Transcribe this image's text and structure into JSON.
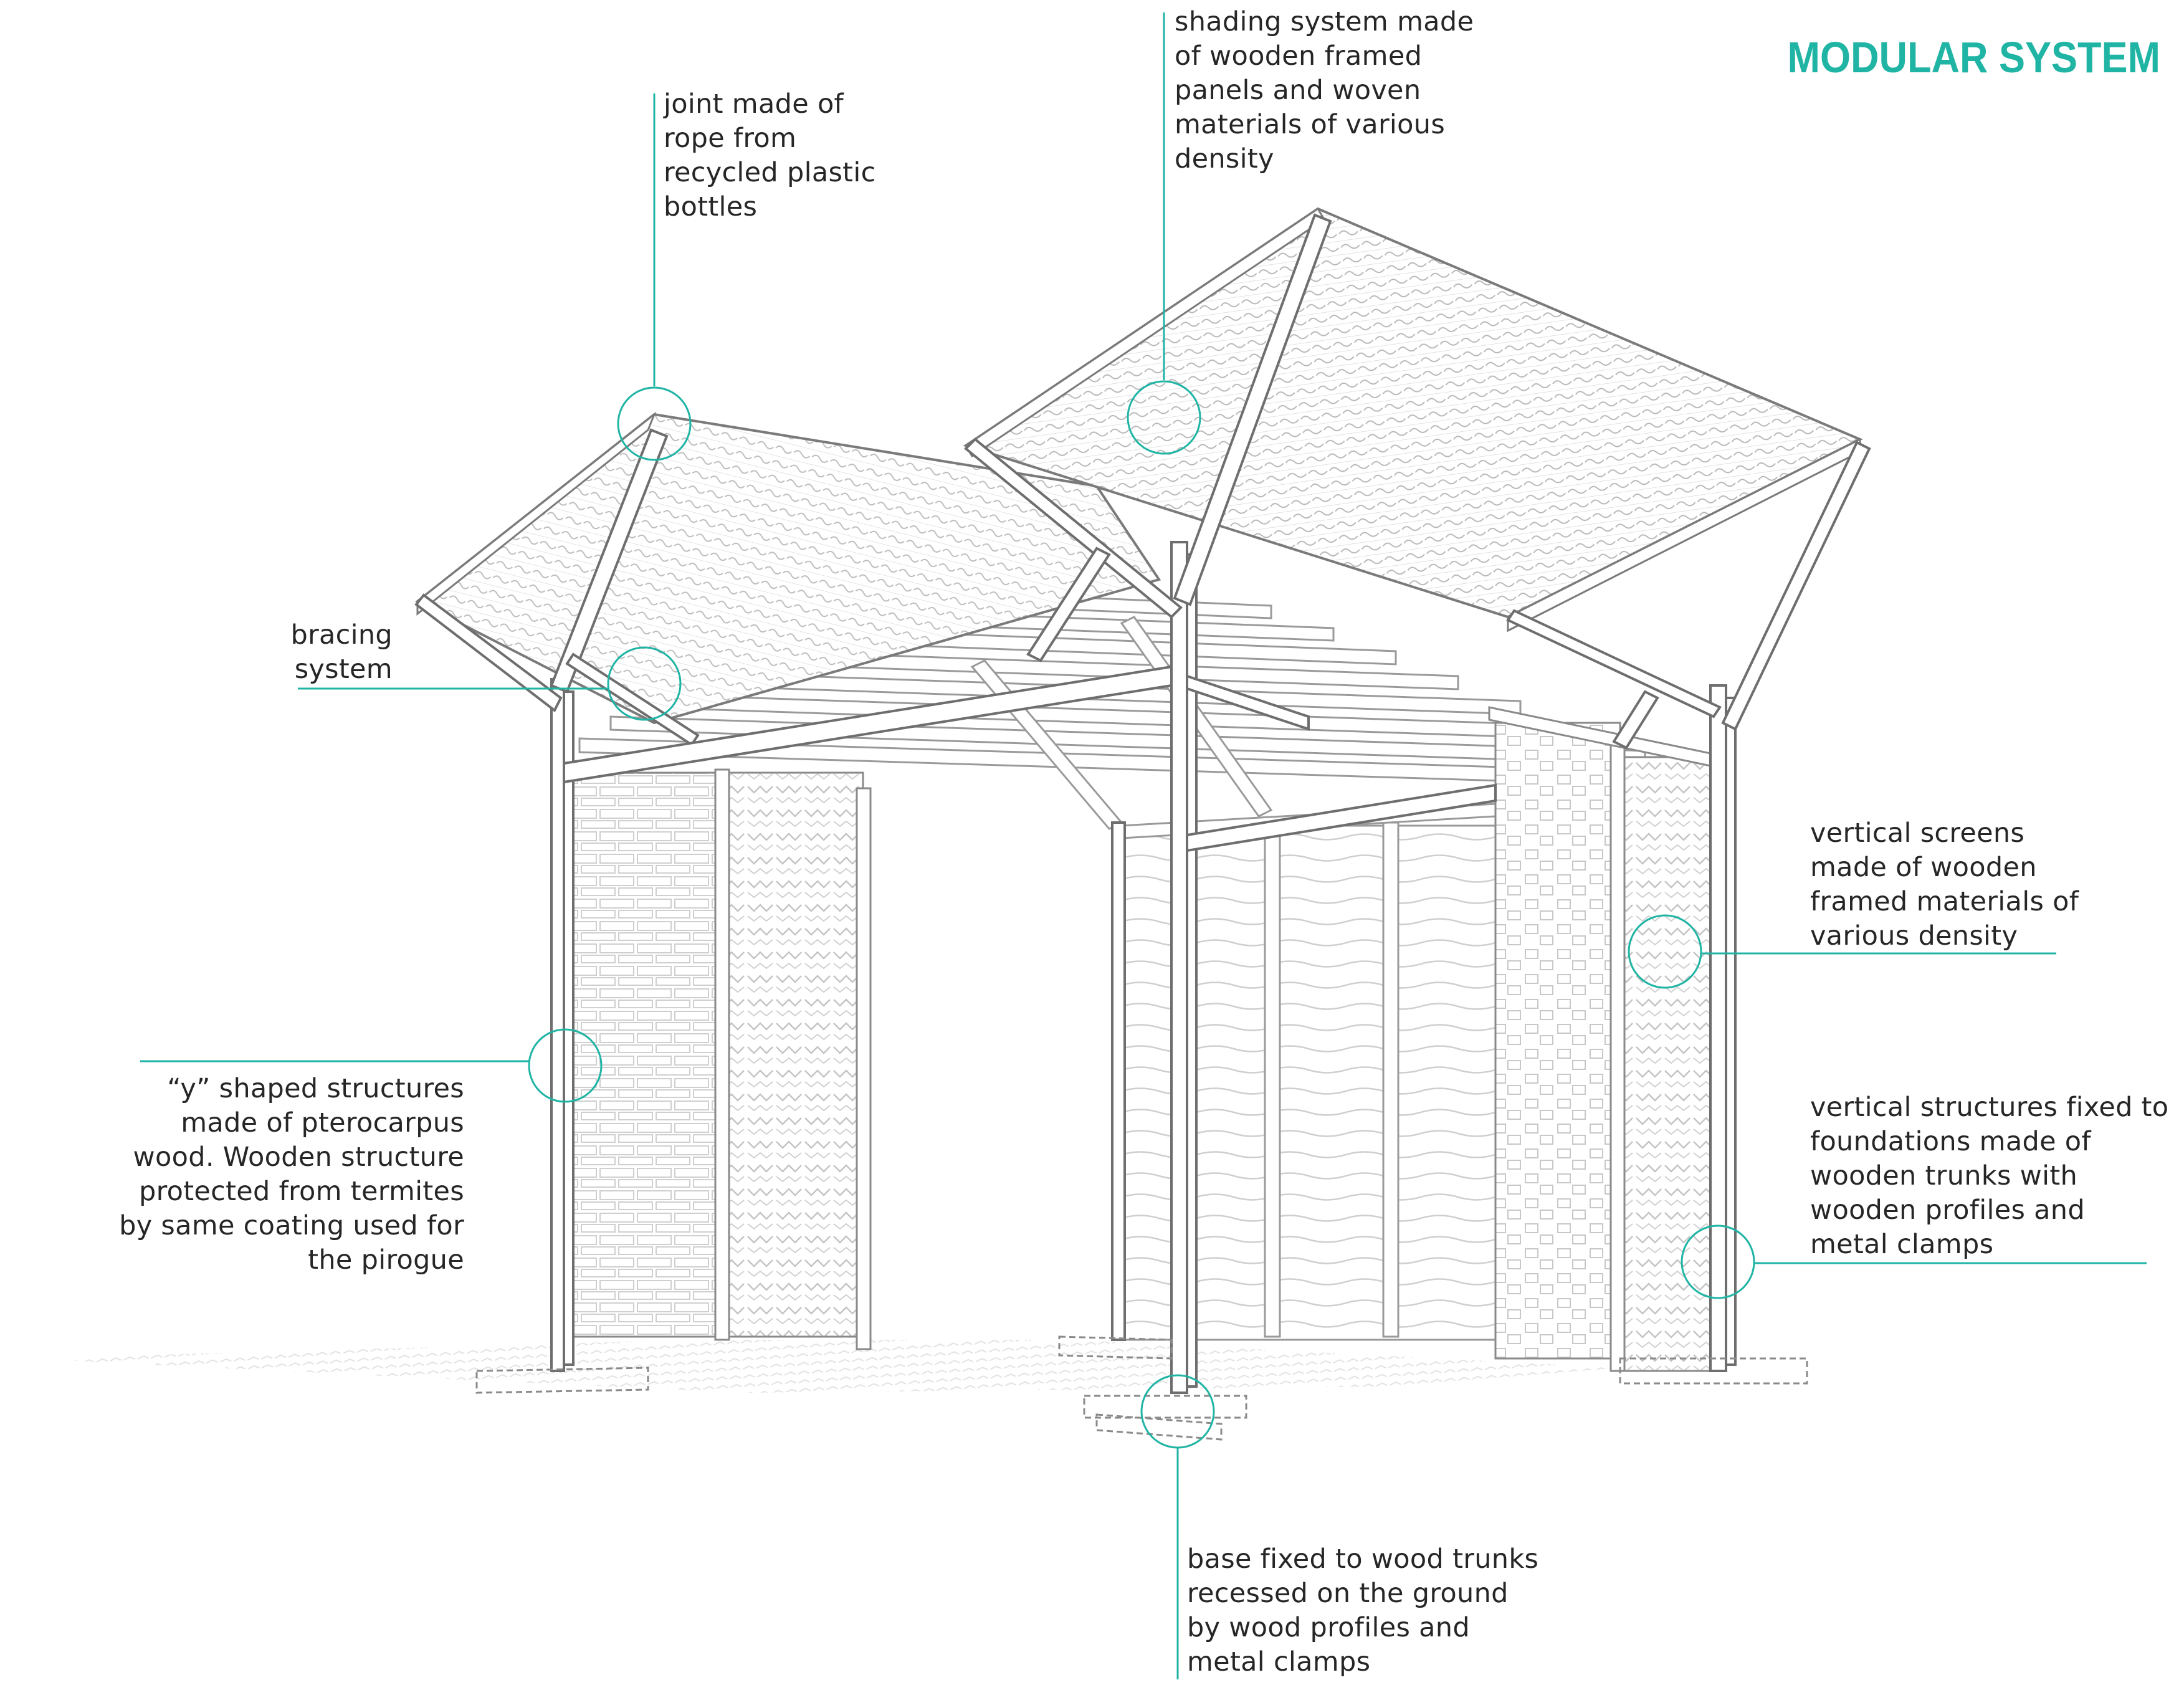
{
  "title": "MODULAR SYSTEM",
  "accent_color": "#1fb4a4",
  "line_color": "#8a8a8a",
  "annotations": {
    "joint": [
      "joint made of",
      "rope from",
      "recycled plastic",
      "bottles"
    ],
    "shading": [
      "shading system made",
      "of wooden framed",
      "panels and woven",
      "materials of various",
      "density"
    ],
    "bracing": [
      "bracing",
      "system"
    ],
    "screens": [
      "vertical screens",
      "made of wooden",
      "framed materials of",
      "various density"
    ],
    "y_shaped": [
      "“y” shaped structures",
      "made of pterocarpus",
      "wood. Wooden structure",
      "protected from termites",
      "by same coating used for",
      "the pirogue"
    ],
    "vertical_structures": [
      "vertical structures fixed to",
      "foundations made of",
      "wooden trunks with",
      "wooden profiles and",
      "metal clamps"
    ],
    "base": [
      "base fixed to wood trunks",
      "recessed on the ground",
      "by wood profiles and",
      "metal clamps"
    ]
  }
}
